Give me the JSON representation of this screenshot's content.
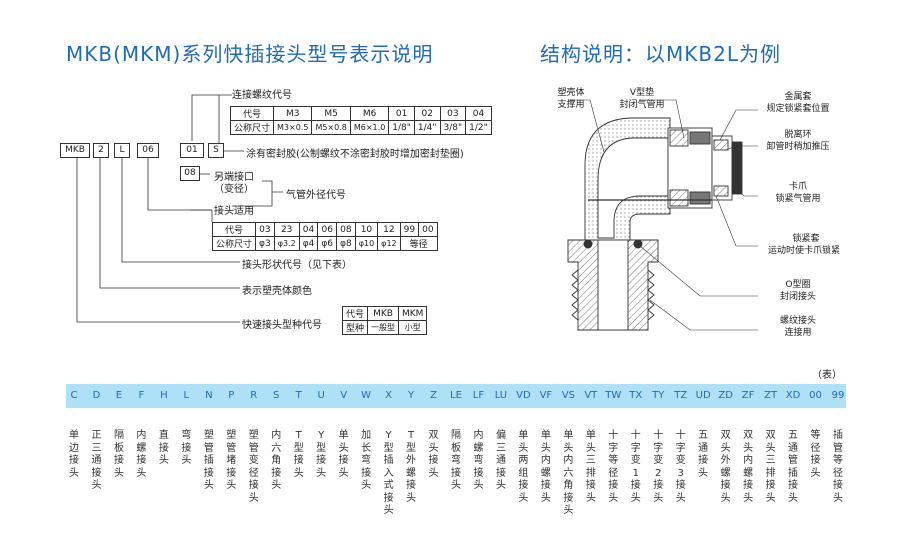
{
  "titles": {
    "left": "MKB(MKM)系列快插接头型号表示说明",
    "right": "结构说明：以MKB2L为例"
  },
  "model_boxes": [
    "MKB",
    "2",
    "L",
    "06",
    "01",
    "S",
    "08"
  ],
  "labels": {
    "thread_code": "连接螺纹代号",
    "sealant": "涂有密封胶(公制螺纹不涂密封胶时增加密封垫圈)",
    "other_port": "另端接口",
    "other_port_sub": "（变径）",
    "tube_od_code": "气管外径代号",
    "fit_tube": "接头适用",
    "shape_code": "接头形状代号（见下表）",
    "body_color": "表示塑壳体颜色",
    "series_code": "快速接头型种代号"
  },
  "thread_table": {
    "header": [
      "代号",
      "M3",
      "M5",
      "M6",
      "01",
      "02",
      "03",
      "04"
    ],
    "size": [
      "公称尺寸",
      "M3×0.5",
      "M5×0.8",
      "M6×1.0",
      "1/8\"",
      "1/4\"",
      "3/8\"",
      "1/2\""
    ]
  },
  "tube_table": {
    "header": [
      "代号",
      "03",
      "23",
      "04",
      "06",
      "08",
      "10",
      "12",
      "99",
      "00"
    ],
    "size": [
      "公称尺寸",
      "φ3",
      "φ3.2",
      "φ4",
      "φ6",
      "φ8",
      "φ10",
      "φ12",
      "等径"
    ]
  },
  "series_table": {
    "header": [
      "代号",
      "MKB",
      "MKM"
    ],
    "type": [
      "型种",
      "一般型",
      "小型"
    ]
  },
  "structure": {
    "left_callouts": [
      {
        "name": "塑壳体",
        "sub": "支撑用"
      },
      {
        "name": "V型垫",
        "sub": "封闭气管用"
      }
    ],
    "right_callouts": [
      {
        "name": "金属套",
        "sub": "规定锁紧套位置"
      },
      {
        "name": "脱离环",
        "sub": "卸管时稍加推压"
      },
      {
        "name": "卡爪",
        "sub": "锁紧气管用"
      },
      {
        "name": "锁紧套",
        "sub": "运动时使卡爪锁紧"
      },
      {
        "name": "O型圈",
        "sub": "封闭接头"
      },
      {
        "name": "螺纹接头",
        "sub": "连接用"
      }
    ]
  },
  "shape_table": {
    "note": "（表）",
    "colors": {
      "bar": "#aee0f8",
      "code_text": "#1f6bb5"
    },
    "items": [
      {
        "code": "C",
        "desc": "单边接头"
      },
      {
        "code": "D",
        "desc": "正三通接头"
      },
      {
        "code": "E",
        "desc": "隔板接头"
      },
      {
        "code": "F",
        "desc": "内螺接头"
      },
      {
        "code": "H",
        "desc": "直接头"
      },
      {
        "code": "L",
        "desc": "弯接头"
      },
      {
        "code": "N",
        "desc": "塑管插接头"
      },
      {
        "code": "P",
        "desc": "塑管堵接头"
      },
      {
        "code": "R",
        "desc": "塑管变径接头"
      },
      {
        "code": "S",
        "desc": "内六角接头"
      },
      {
        "code": "T",
        "desc": "T型接头"
      },
      {
        "code": "U",
        "desc": "Y型接头"
      },
      {
        "code": "V",
        "desc": "单头接头"
      },
      {
        "code": "W",
        "desc": "加长弯接头"
      },
      {
        "code": "X",
        "desc": "Y型插入式接头"
      },
      {
        "code": "Y",
        "desc": "T型外螺接头"
      },
      {
        "code": "Z",
        "desc": "双头接头"
      },
      {
        "code": "LE",
        "desc": "隔板弯接头"
      },
      {
        "code": "LF",
        "desc": "内螺弯接头"
      },
      {
        "code": "LU",
        "desc": "偏三通接头"
      },
      {
        "code": "VD",
        "desc": "单头两组接头"
      },
      {
        "code": "VF",
        "desc": "单头内螺接头"
      },
      {
        "code": "VS",
        "desc": "单头内六角接头"
      },
      {
        "code": "VT",
        "desc": "单头三排接头"
      },
      {
        "code": "TW",
        "desc": "十字等径接头"
      },
      {
        "code": "TX",
        "desc": "十字变1接头"
      },
      {
        "code": "TY",
        "desc": "十字变2接头"
      },
      {
        "code": "TZ",
        "desc": "十字变3接头"
      },
      {
        "code": "UD",
        "desc": "五通接头"
      },
      {
        "code": "ZD",
        "desc": "双头外螺接头"
      },
      {
        "code": "ZF",
        "desc": "双头内螺接头"
      },
      {
        "code": "ZT",
        "desc": "双头三排接头"
      },
      {
        "code": "XD",
        "desc": "五通管插接头"
      },
      {
        "code": "00",
        "desc": "等径接头"
      },
      {
        "code": "99",
        "desc": "插管等径接头"
      }
    ]
  }
}
